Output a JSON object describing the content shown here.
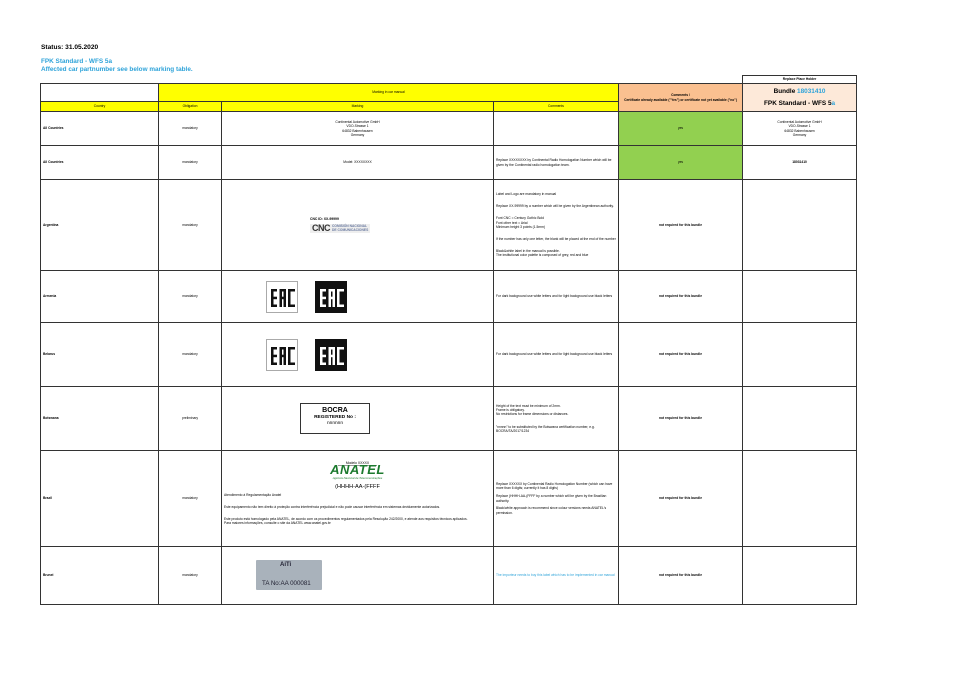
{
  "header": {
    "status": "Status: 31.05.2020",
    "fpk_line1": "FPK Standard - WFS 5a",
    "fpk_line2": "Affected car partnumber see below marking table."
  },
  "table": {
    "replace_place_holder": "Replace Place Holder",
    "marking_in_car_manual": "Marking in car manual",
    "comments_title": "Comments /",
    "comments_sub": "Certificate already available (\"Yes\") or certificate not yet available (\"no\")",
    "bundle_label": "Bundle",
    "bundle_number": "18031410",
    "fpk_prefix": "FPK Standard - WFS 5",
    "fpk_suffix": "a",
    "col_country": "Country",
    "col_obligation": "Obligation",
    "col_marking": "Marking",
    "col_comments": "Comments"
  },
  "rows": {
    "all1": {
      "country": "All Countries",
      "obligation": "mandatory",
      "marking": [
        "Continental Automotive GmbH",
        "VDO-Strasse 1",
        "64832 Babenhausen",
        "Germany"
      ],
      "status": "yes",
      "placeholder": [
        "Continental Automotive GmbH",
        "VDO-Strasse 1",
        "64832 Babenhausen",
        "Germany"
      ]
    },
    "all2": {
      "country": "All Countries",
      "obligation": "mandatory",
      "marking": "Model: XXXXXXXX",
      "comment": "Replace XXXXXXXX by Continental Radio Homologation Number which will be given by the Continental radio homologation team.",
      "status": "yes",
      "placeholder": "18031410"
    },
    "argentina": {
      "country": "Argentina",
      "obligation": "mandatory",
      "cnc_id": "CNC ID: XX-99999",
      "cnc_logo_left": "CNC",
      "cnc_logo_right1": "COMISIÓN NACIONAL",
      "cnc_logo_right2": "DE COMUNICACIONES",
      "comment1": "Label and Logo are mandatory in manual",
      "comment2": "Replace XX-99999 by a number which will be given by the Argentinean authority.",
      "comment3": "Font CNC = Century Gothic Bold\nFont other text = Arial\nMinimum height 3 points (1.5mm)",
      "comment4": "If the number has only one letter, the blank will be placed at the end of the number",
      "comment5": "Black&white label in the manual is possible.\nThe institutional color palette is composed of grey, red and blue",
      "status": "not required for this bundle"
    },
    "armenia": {
      "country": "Armenia",
      "obligation": "mandatory",
      "comment": "For dark background use white letters and for light background use black letters",
      "status": "not required for this bundle"
    },
    "belarus": {
      "country": "Belarus",
      "obligation": "mandatory",
      "comment": "For dark background use white letters and for light background use black letters",
      "status": "not required for this bundle"
    },
    "botswana": {
      "country": "Botswana",
      "obligation": "preliminary",
      "bocra_title": "BOCRA",
      "bocra_line2": "REGISTERED No :",
      "bocra_line3": "nnnnnn",
      "comment1": "Height of the text must be minimum of 2mm.\n Frame is obligatory.\nNo restrictions for frame dimensions or distances.",
      "comment2": "\"nnnnn\" to be substituted by the Botswana certification number, e.g.\nBOCRA/TA/2017/1234",
      "status": "not required for this bundle"
    },
    "brazil": {
      "country": "Brazil",
      "obligation": "mandatory",
      "anatel_model": "Modelo XXXXX",
      "anatel_word": "ANATEL",
      "anatel_sub": "Agência Nacional de Telecomunicações",
      "anatel_code": "(HHHH-AA-(FFFF",
      "marking1": "Atendimento à Regulamentação Anatel",
      "marking2": "Este equipamento não tem direito à proteção contra interferência prejudicial e não pode causar interferência em sistemas devidamente autorizados.",
      "marking3": "Este produto está homologado pela ANATEL, de acordo com os procedimentos regulamentados pela Resolução 242/2000, e atende aos requisitos técnicos aplicados.\nPara maiores informações, consulte o site da ANATEL www.anatel.gov.br",
      "comment1": "Replace XXXXXX by Continental Radio Homologation Number (which can have more than 6 digits; currently it has 8 digits)",
      "comment2": "Replace (HHHH-AA-(FFFF by a number which will be given by the Brazilian authority.",
      "comment3": "Black/white approach is  recommend since colour versions needs ANATEL's permission.",
      "status": "not required for this bundle"
    },
    "brunei": {
      "country": "Brunei",
      "obligation": "mandatory",
      "aiti_logo": "AiTi",
      "aiti_no": "TA No:AA 000081",
      "comment": "The importeur needs to buy this label which has to be implemented in car manual",
      "status": "not required for this bundle"
    }
  },
  "colors": {
    "yellow": "#ffff00",
    "orange": "#fac090",
    "peach": "#fde9d9",
    "green": "#92d050",
    "accent_blue": "#2ea3d9"
  }
}
